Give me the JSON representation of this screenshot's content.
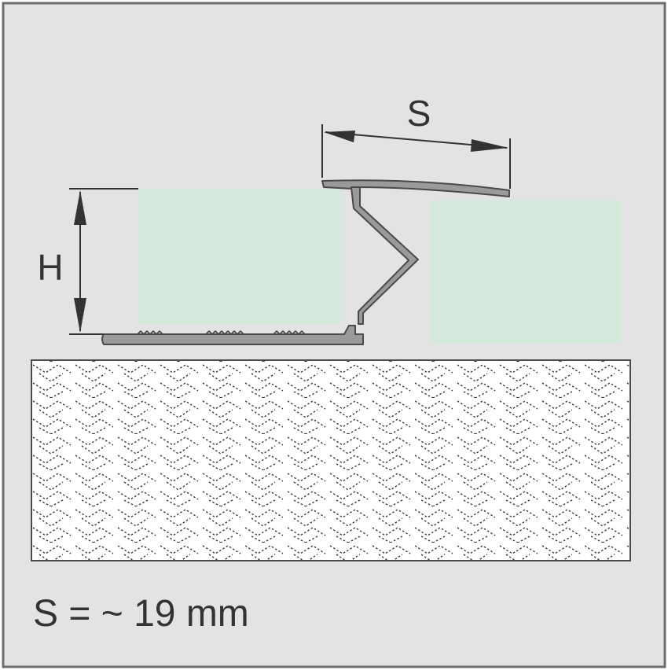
{
  "diagram": {
    "labels": {
      "width_symbol": "S",
      "height_symbol": "H"
    },
    "caption": "S = ~ 19 mm",
    "colors": {
      "background": "#e3e3e3",
      "frame": "#6e6e6e",
      "tile": "#d5e8dc",
      "profile_fill": "#9a9a9a",
      "profile_stroke": "#4a4a4a",
      "substrate_fill": "#ffffff",
      "hatch": "#3a3a3a",
      "dimension": "#333333"
    },
    "icons": {
      "substrate_pattern": "herringbone-hatch",
      "profile": "transition-profile"
    }
  }
}
